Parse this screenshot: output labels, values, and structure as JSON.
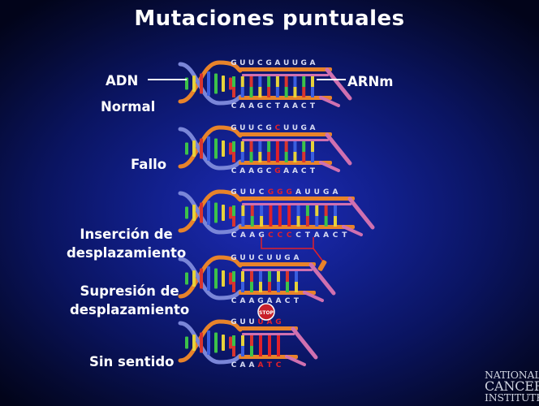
{
  "title": "Mutaciones puntuales",
  "labels": {
    "adn": "ADN",
    "arnm": "ARNm",
    "normal": "Normal",
    "fallo": "Fallo",
    "insercion": [
      "Inserción de",
      "desplazamiento"
    ],
    "supresion": [
      "Supresión de",
      "desplazamiento"
    ],
    "sin_sentido": "Sin sentido",
    "stop": "STOP"
  },
  "rows": [
    {
      "name": "normal",
      "top": "GUUCGAUUGA",
      "bottom": "CAAGCTAACT",
      "top_mut": [],
      "bottom_mut": []
    },
    {
      "name": "fallo",
      "top": "GUUCGCUUGA",
      "bottom": "CAAGCGAACT",
      "top_mut": [
        5
      ],
      "bottom_mut": [
        5
      ]
    },
    {
      "name": "insercion",
      "top": "GUUCGGGAUUGA",
      "bottom": "CAAGCCCCTAACT",
      "top_mut": [
        4,
        5,
        6
      ],
      "bottom_mut": [
        4,
        5,
        6
      ]
    },
    {
      "name": "supresion",
      "top": "GUUCUUGA",
      "bottom": "CAAGAACT",
      "top_mut": [],
      "bottom_mut": []
    },
    {
      "name": "sin_sentido",
      "top": "GUUUAG",
      "bottom": "CAAATC",
      "top_mut": [
        3,
        4,
        5
      ],
      "bottom_mut": [
        3,
        4,
        5
      ]
    }
  ],
  "logo": {
    "lines": [
      "NATIONAL",
      "CANCER",
      "INSTITUTE"
    ]
  },
  "colors": {
    "background": "#12208e",
    "mutation": "#e0202a",
    "strand_orange": "#e8832a",
    "strand_blue": "#7a86d8",
    "rna_pink": "#d070b0",
    "base_green": "#3cc24a",
    "base_yellow": "#e6d23a",
    "base_red": "#d8352f",
    "base_blue": "#3a5ee0"
  }
}
